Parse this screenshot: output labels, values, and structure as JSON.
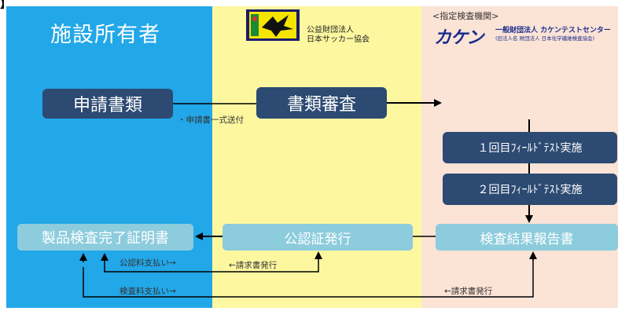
{
  "header_bracket": "】",
  "owner": {
    "title": "施設所有者"
  },
  "association": {
    "name_line1": "公益財団法人",
    "name_line2": "日本サッカー協会"
  },
  "testing_org": {
    "heading": "<指定検査機関>",
    "logo": "カケン",
    "sub_line1": "一般財団法人 カケンテストセンター",
    "sub_line2": "(旧法人名 財団法人 日本化学繊維検査協会)"
  },
  "boxes": {
    "shinsei": "申請書類",
    "shinsa": "書類審査",
    "test1": "１回目ﾌｨｰﾙﾄﾞﾃｽﾄ実施",
    "test2": "２回目ﾌｨｰﾙﾄﾞﾃｽﾄ実施",
    "kanryo": "製品検査完了証明書",
    "hakko": "公認証発行",
    "houkoku": "検査結果報告書"
  },
  "labels": {
    "soufu": "・申請書一式送付",
    "ninshoryo": "公認料支払い→",
    "seikyu1": "←請求書発行",
    "kensaryo": "検査料支払い→",
    "seikyu2": "←請求書発行"
  },
  "colors": {
    "owner_column": "#22a7e8",
    "association_column": "#fdf8a0",
    "testing_column": "#fbe3d6",
    "dark_box": "#2c4a72",
    "light_box": "#8cccdc"
  }
}
